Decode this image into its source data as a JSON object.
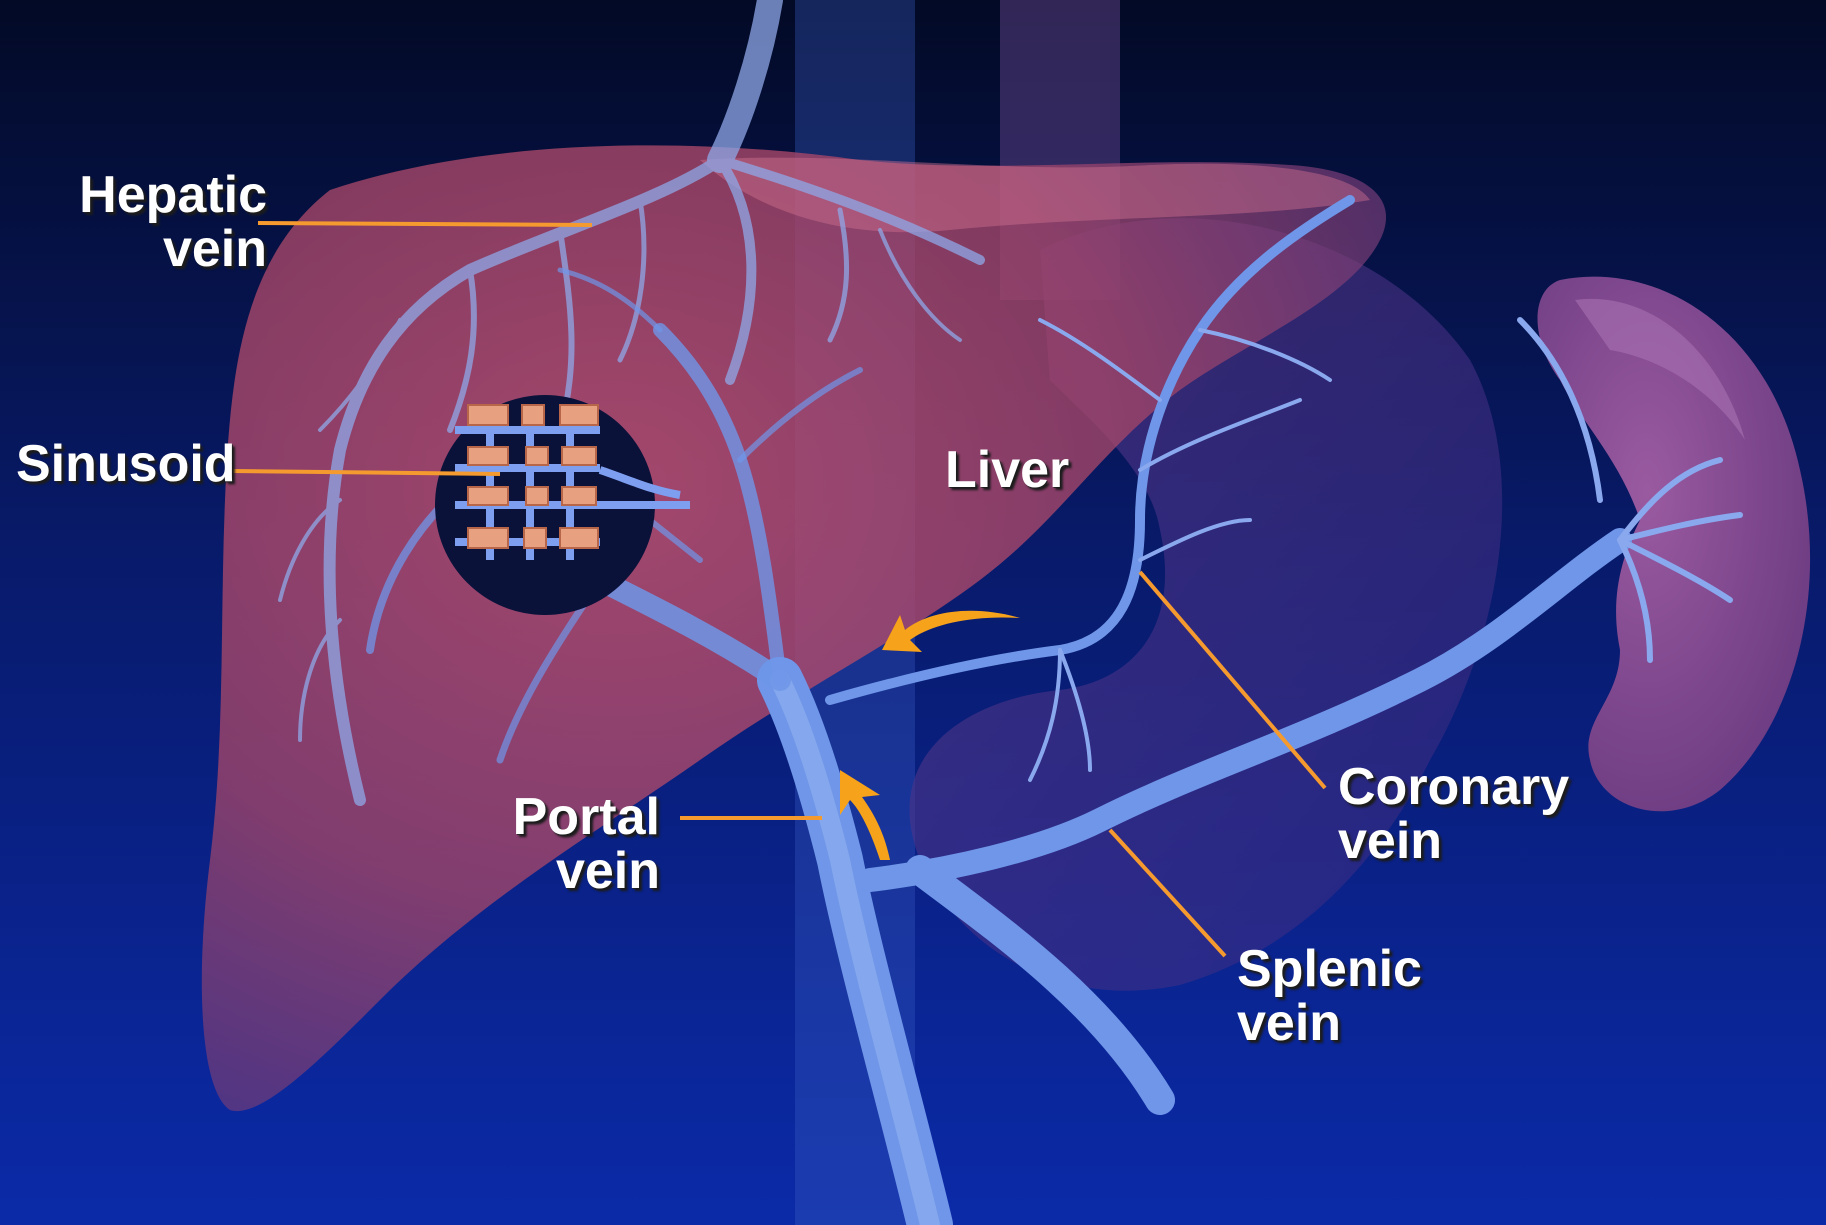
{
  "labels": {
    "hepatic_vein": [
      "Hepatic",
      "vein"
    ],
    "sinusoid": "Sinusoid",
    "liver": "Liver",
    "portal_vein": [
      "Portal",
      "vein"
    ],
    "coronary_vein": [
      "Coronary",
      "vein"
    ],
    "splenic_vein": [
      "Splenic",
      "vein"
    ]
  },
  "colors": {
    "background_top": "#030a26",
    "background_bottom": "#0b2aa8",
    "liver": "#b04a6a",
    "spleen": "#8a4a92",
    "vein": "#6f96e8",
    "leader_line": "#f59a2e",
    "flow_arrow": "#f6a21a",
    "hepatocyte": "#e7a080"
  }
}
